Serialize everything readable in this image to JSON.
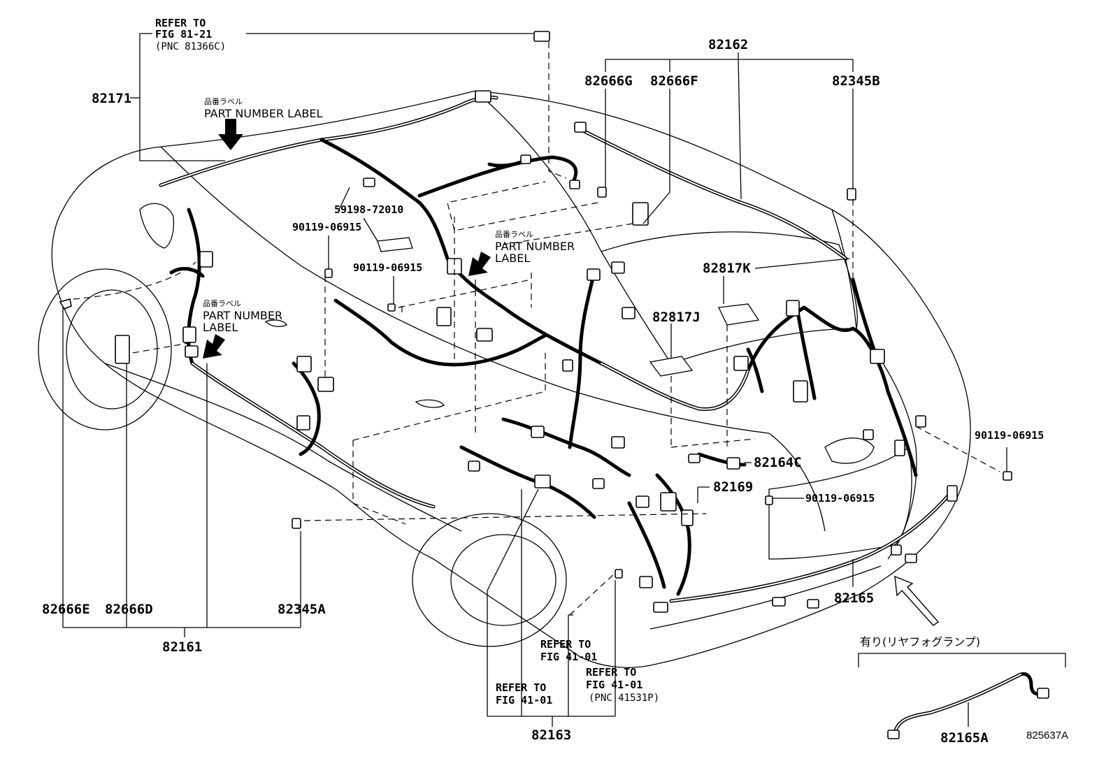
{
  "refs": {
    "fig81": {
      "line1": "REFER TO",
      "line2": "FIG 81-21",
      "line3": "(PNC 81366C)"
    },
    "fig41a": {
      "line1": "REFER TO",
      "line2": "FIG 41-01"
    },
    "fig41b": {
      "line1": "REFER TO",
      "line2": "FIG 41-01",
      "line3": "(PNC 41531P)"
    },
    "fig41c": {
      "line1": "REFER TO",
      "line2": "FIG 41-01"
    }
  },
  "labels": {
    "p82171": "82171",
    "p82162": "82162",
    "p82666G": "82666G",
    "p82666F": "82666F",
    "p82345B": "82345B",
    "p59198": "59198-72010",
    "p90119_a": "90119-06915",
    "p90119_b": "90119-06915",
    "p90119_c": "90119-06915",
    "p90119_d": "90119-06915",
    "p82817K": "82817K",
    "p82817J": "82817J",
    "p82164C": "82164C",
    "p82169": "82169",
    "p82165": "82165",
    "p82165A": "82165A",
    "p82666E": "82666E",
    "p82666D": "82666D",
    "p82345A": "82345A",
    "p82161": "82161",
    "p82163": "82163"
  },
  "pn_labels": [
    {
      "jp": "品番ラベル",
      "l1": "PART NUMBER LABEL",
      "l2": ""
    },
    {
      "jp": "品番ラベル",
      "l1": "PART NUMBER",
      "l2": "LABEL"
    },
    {
      "jp": "品番ラベル",
      "l1": "PART NUMBER",
      "l2": "LABEL"
    }
  ],
  "option_label": "有り(リヤフォグランプ)",
  "diagram_code": "825637A"
}
